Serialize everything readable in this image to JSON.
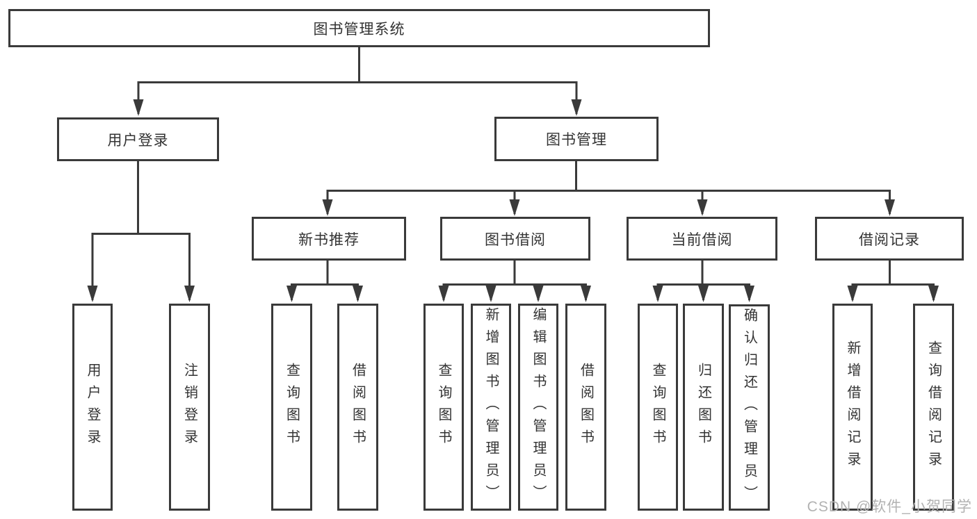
{
  "diagram": {
    "root": "图书管理系统",
    "level2": [
      "用户登录",
      "图书管理"
    ],
    "level3": [
      "新书推荐",
      "图书借阅",
      "当前借阅",
      "借阅记录"
    ],
    "leaves": {
      "user_login": [
        "用户登录",
        "注销登录"
      ],
      "new_book_rec": [
        "查询图书",
        "借阅图书"
      ],
      "book_borrow": [
        "查询图书",
        "新增图书（管理员）",
        "编辑图书（管理员）",
        "借阅图书"
      ],
      "current_borrow": [
        "查询图书",
        "归还图书",
        "确认归还（管理员）"
      ],
      "borrow_record": [
        "新增借阅记录",
        "查询借阅记录"
      ]
    }
  },
  "watermark": {
    "text": "CSDN @软件_小贺同学",
    "color": "#b2b2b2"
  },
  "colors": {
    "line": "#3a3a3a",
    "text": "#333333",
    "background": "#ffffff"
  }
}
